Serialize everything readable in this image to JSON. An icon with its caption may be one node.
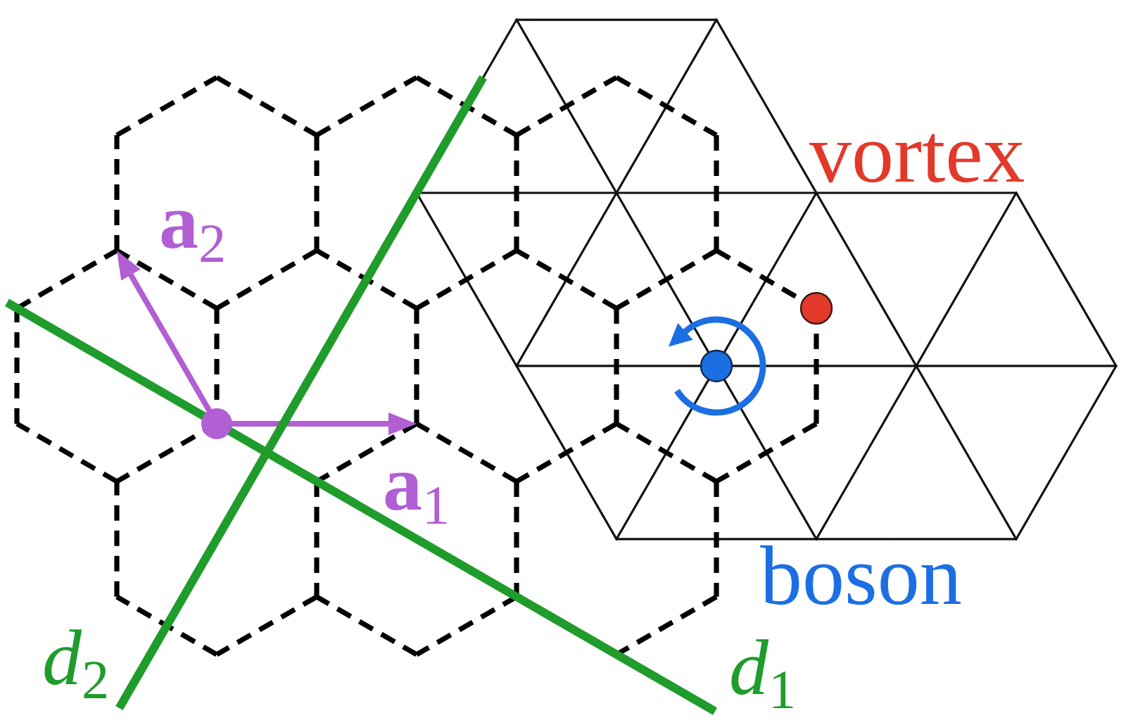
{
  "diagram": {
    "labels": [
      "vortex",
      "**a**$_{2}$",
      "**a**$_{1}$",
      "boson",
      "*d*$_{2}$",
      "*d*$_{1}$"
    ]
  }
}
